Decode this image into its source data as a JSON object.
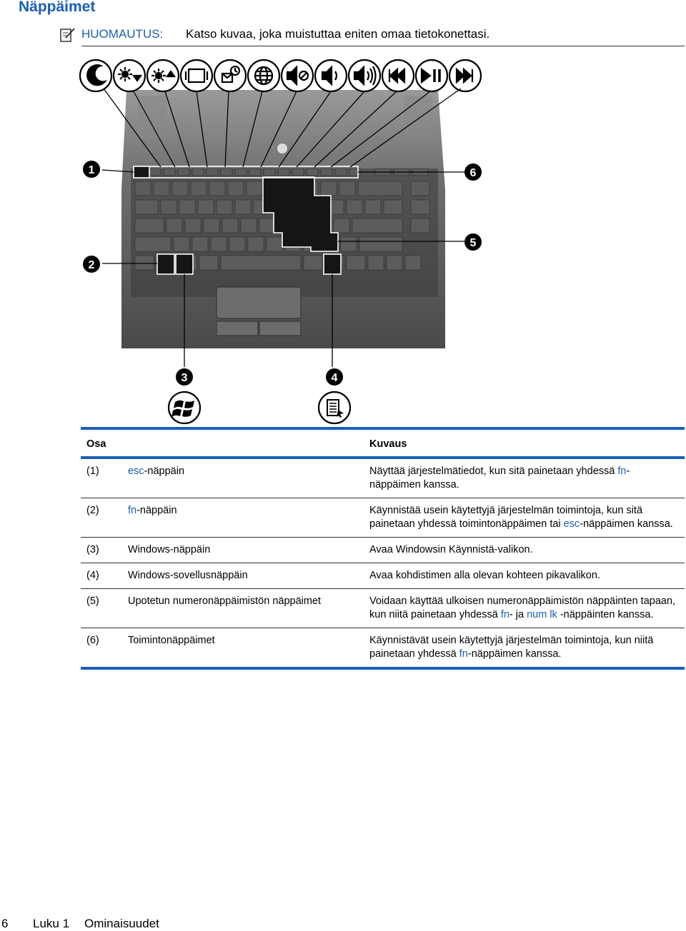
{
  "header": {
    "title": "Näppäimet"
  },
  "note": {
    "label": "HUOMAUTUS:",
    "text": "Katso kuvaa, joka muistuttaa eniten omaa tietokonettasi."
  },
  "figure": {
    "callouts": [
      "1",
      "2",
      "3",
      "4",
      "5",
      "6"
    ],
    "action_key_icons": [
      "sleep-icon",
      "brightness-down-icon",
      "brightness-up-icon",
      "display-switch-icon",
      "web-browser-icon",
      "internet-icon",
      "mute-icon",
      "volume-down-icon",
      "volume-up-icon",
      "previous-track-icon",
      "play-pause-icon",
      "next-track-icon"
    ],
    "key_icons": [
      "windows-logo-icon",
      "applications-icon"
    ],
    "colors": {
      "accent": "#1a5fb4",
      "keyboard": "#555555"
    }
  },
  "table": {
    "headers": {
      "part": "Osa",
      "description": "Kuvaus"
    },
    "rows": [
      {
        "num": "(1)",
        "part_parts": [
          "esc",
          "-näppäin"
        ],
        "desc_parts": [
          "Näyttää järjestelmätiedot, kun sitä painetaan yhdessä ",
          "fn",
          "-näppäimen kanssa."
        ]
      },
      {
        "num": "(2)",
        "part_parts": [
          "fn",
          "-näppäin"
        ],
        "desc_parts": [
          "Käynnistää usein käytettyjä järjestelmän toimintoja, kun sitä painetaan yhdessä toimintonäppäimen tai ",
          "esc",
          "-näppäimen kanssa."
        ]
      },
      {
        "num": "(3)",
        "part": "Windows-näppäin",
        "desc": "Avaa Windowsin Käynnistä-valikon."
      },
      {
        "num": "(4)",
        "part": "Windows-sovellusnäppäin",
        "desc": "Avaa kohdistimen alla olevan kohteen pikavalikon."
      },
      {
        "num": "(5)",
        "part": "Upotetun numeronäppäimistön näppäimet",
        "desc_parts": [
          "Voidaan käyttää ulkoisen numeronäppäimistön näppäinten tapaan, kun niitä painetaan yhdessä ",
          "fn",
          "- ja ",
          "num lk",
          " -näppäinten kanssa."
        ]
      },
      {
        "num": "(6)",
        "part": "Toimintonäppäimet",
        "desc_parts": [
          "Käynnistävät usein käytettyjä järjestelmän toimintoja, kun niitä painetaan yhdessä ",
          "fn",
          "-näppäimen kanssa."
        ]
      }
    ]
  },
  "footer": {
    "page": "6",
    "chapter": "Luku 1",
    "chapter_name": "Ominaisuudet"
  }
}
